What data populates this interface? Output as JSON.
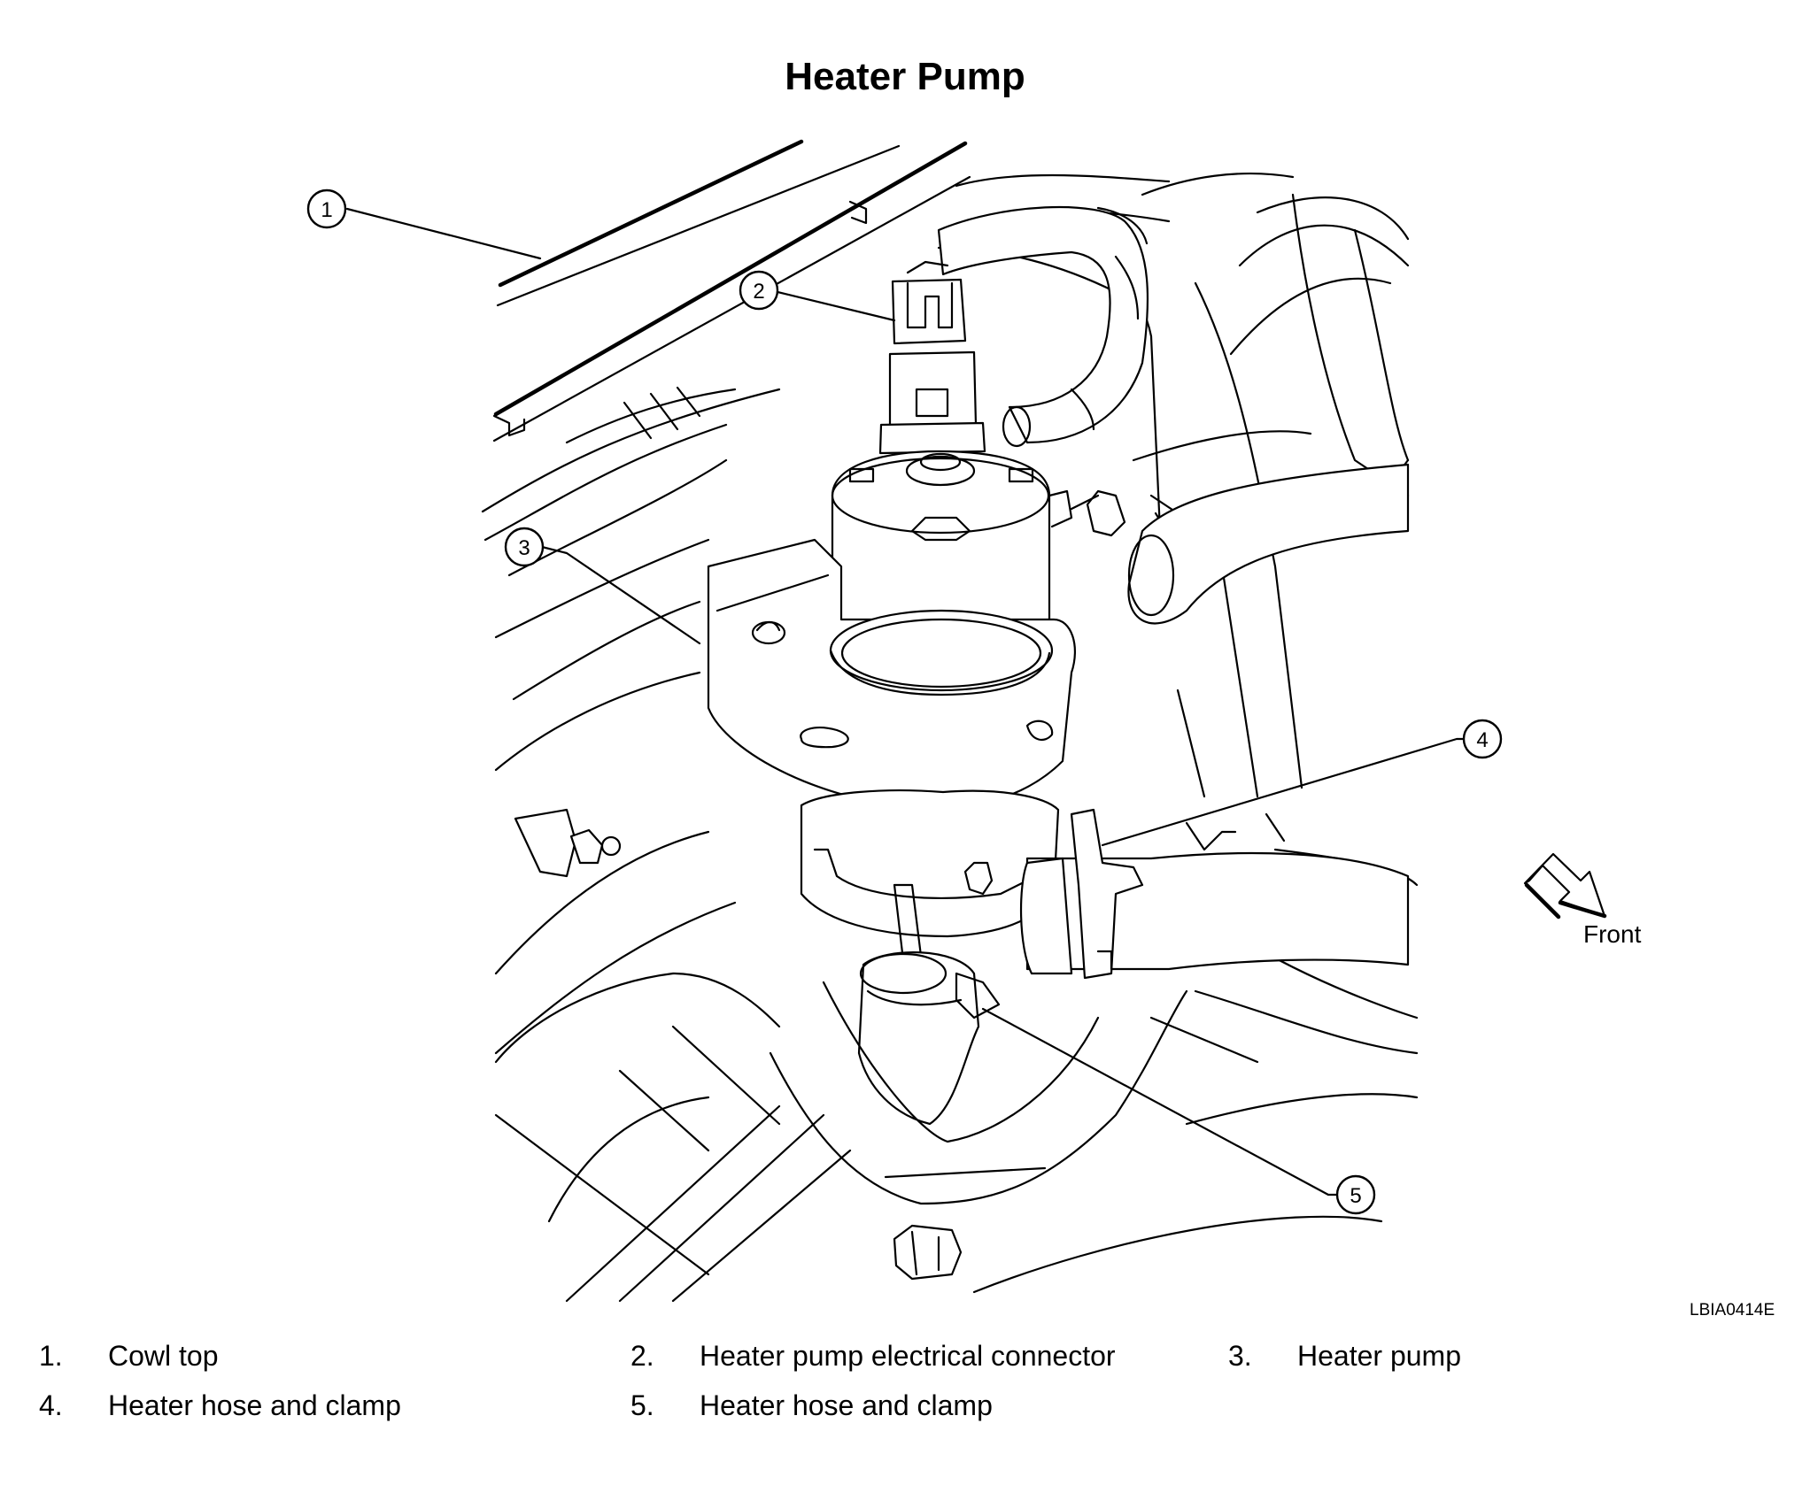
{
  "title": "Heater Pump",
  "callouts": [
    "1",
    "2",
    "3",
    "4",
    "5"
  ],
  "direction_label": "Front",
  "figure_code": "LBIA0414E",
  "legend": [
    {
      "num": "1.",
      "text": "Cowl top"
    },
    {
      "num": "2.",
      "text": "Heater pump electrical connector"
    },
    {
      "num": "3.",
      "text": "Heater pump"
    },
    {
      "num": "4.",
      "text": "Heater hose and clamp"
    },
    {
      "num": "5.",
      "text": "Heater hose and clamp"
    }
  ]
}
